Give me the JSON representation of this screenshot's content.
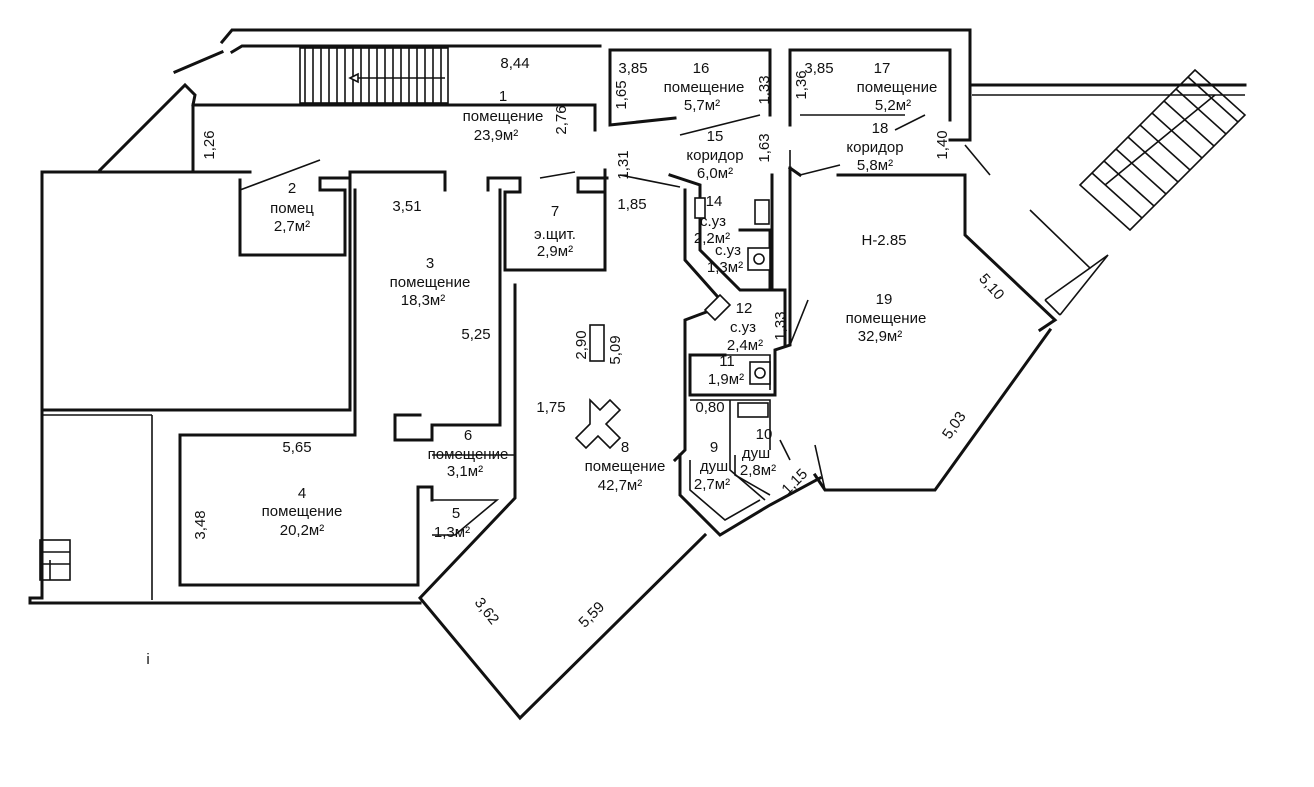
{
  "plan": {
    "rooms": [
      {
        "id": "room-1",
        "num": "1",
        "name": "помещение",
        "area": "23,9м²"
      },
      {
        "id": "room-2",
        "num": "2",
        "name": "помец",
        "area": "2,7м²"
      },
      {
        "id": "room-3",
        "num": "3",
        "name": "помещение",
        "area": "18,3м²"
      },
      {
        "id": "room-4",
        "num": "4",
        "name": "помещение",
        "area": "20,2м²"
      },
      {
        "id": "room-5",
        "num": "5",
        "name": "",
        "area": "1,3м²"
      },
      {
        "id": "room-6",
        "num": "6",
        "name": "помещение",
        "area": "3,1м²"
      },
      {
        "id": "room-7",
        "num": "7",
        "name": "э.щит.",
        "area": "2,9м²"
      },
      {
        "id": "room-8",
        "num": "8",
        "name": "помещение",
        "area": "42,7м²"
      },
      {
        "id": "room-9",
        "num": "9",
        "name": "душ",
        "area": "2,7м²"
      },
      {
        "id": "room-10",
        "num": "10",
        "name": "душ",
        "area": "2,8м²"
      },
      {
        "id": "room-11",
        "num": "11",
        "name": "",
        "area": "1,9м²"
      },
      {
        "id": "room-12",
        "num": "12",
        "name": "с.уз",
        "area": "2,4м²"
      },
      {
        "id": "room-13",
        "num": "",
        "name": "с.уз",
        "area": "1,3м²"
      },
      {
        "id": "room-14",
        "num": "14",
        "name": "с.уз",
        "area": "2,2м²"
      },
      {
        "id": "room-15",
        "num": "15",
        "name": "коридор",
        "area": "6,0м²"
      },
      {
        "id": "room-16",
        "num": "16",
        "name": "помещение",
        "area": "5,7м²"
      },
      {
        "id": "room-17",
        "num": "17",
        "name": "помещение",
        "area": "5,2м²"
      },
      {
        "id": "room-18",
        "num": "18",
        "name": "коридор",
        "area": "5,8м²"
      },
      {
        "id": "room-19",
        "num": "19",
        "name": "помещение",
        "area": "32,9м²"
      }
    ],
    "dims": [
      "8,44",
      "1,26",
      "2,76",
      "3,51",
      "5,25",
      "5,65",
      "3,48",
      "1,31",
      "1,85",
      "2,90",
      "5,09",
      "1,75",
      "3,85",
      "1,65",
      "1,33",
      "1,63",
      "3,85",
      "1,36",
      "1,40",
      "1,33",
      "0,80",
      "1,15",
      "5,03",
      "3,62",
      "5,59",
      "5,10"
    ],
    "height_note": "H-2.85",
    "stray_mark": "i"
  }
}
